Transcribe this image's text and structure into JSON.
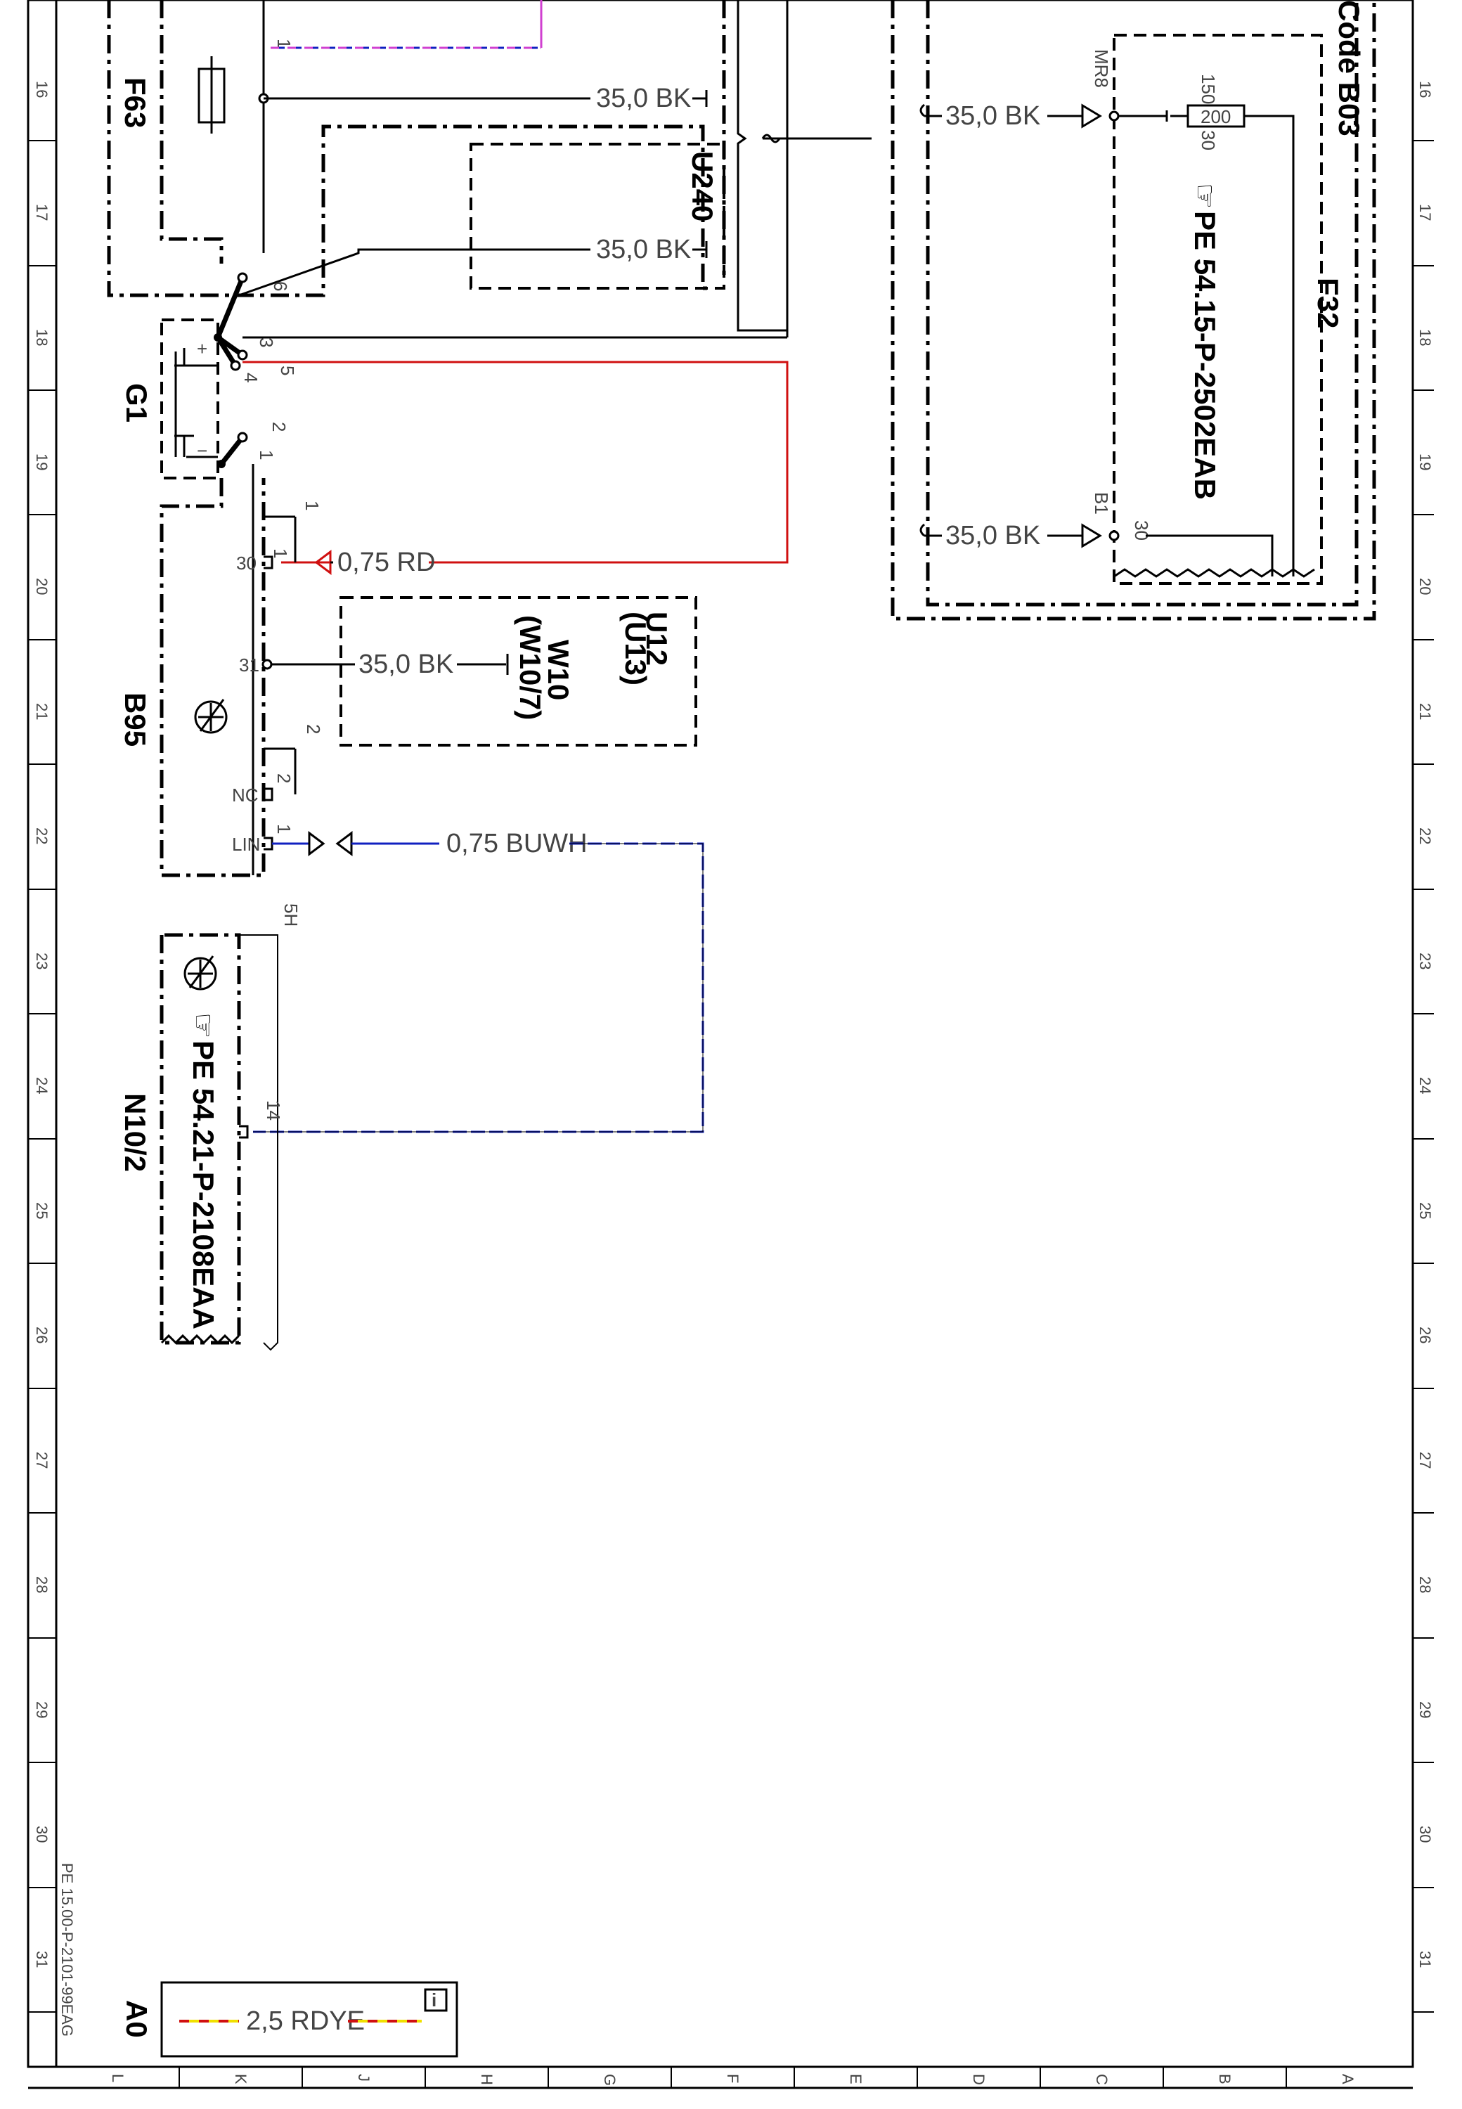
{
  "components": {
    "f63": "F63",
    "g1": "G1",
    "b95": "B95",
    "n10_2": "N10/2",
    "u240": "U240",
    "u12": "U12",
    "u13": "(U13)",
    "w10": "W10",
    "w10_7": "(W10/7)",
    "f32": "F32",
    "code_b03": "Code B03",
    "a0": "A0"
  },
  "references": {
    "f32_ref": "PE 54.15-P-2502EAB",
    "n10_2_ref": "PE 54.21-P-2108EAA",
    "doc_id": "PE 15.00-P-2101-99EAG"
  },
  "wires": {
    "bk_350": "35,0 BK",
    "rd_075": "0,75 RD",
    "buwh_075": "0,75 BUWH",
    "rdye_25": "2,5 RDYE"
  },
  "wire_colors": {
    "black": "#000000",
    "red": "#d01010",
    "blue": "#1020c0",
    "yellow": "#f0e000",
    "magenta": "#d040d0"
  },
  "pins": {
    "g1_p6": "6",
    "g1_p3": "3",
    "g1_p5": "5",
    "g1_p4": "4",
    "g1_p2": "2",
    "g1_p1": "1",
    "b95_p1a": "1",
    "b95_p1b": "1",
    "b95_p30": "30",
    "b95_p31": "31",
    "b95_p2a": "2",
    "b95_p2b": "2",
    "b95_nc": "NC",
    "b95_lin": "LIN",
    "b95_p1c": "1",
    "n10_p5h": "5H",
    "n10_p14": "14",
    "f32_mr8": "MR8",
    "f32_150": "150",
    "f32_200": "200",
    "f32_30a": "30",
    "f32_b1": "B1",
    "f32_30b": "30",
    "f63_p1": "1"
  },
  "grid": {
    "rows": [
      "16",
      "17",
      "18",
      "19",
      "20",
      "21",
      "22",
      "23",
      "24",
      "25",
      "26",
      "27",
      "28",
      "29",
      "30",
      "31"
    ],
    "cols": [
      "L",
      "K",
      "J",
      "H",
      "G",
      "F",
      "E",
      "D",
      "C",
      "B",
      "A"
    ]
  }
}
